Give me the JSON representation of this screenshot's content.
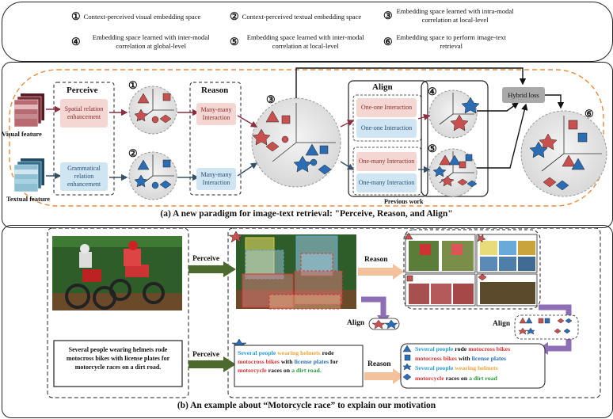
{
  "legend": [
    {
      "num": "①",
      "text": "Context-perceived visual embedding space"
    },
    {
      "num": "②",
      "text": "Context-perceived textual embedding space"
    },
    {
      "num": "③",
      "text": "Embedding space learned with intra-modal correlation at local-level"
    },
    {
      "num": "④",
      "text": "Embedding space learned with inter-modal correlation at global-level"
    },
    {
      "num": "⑤",
      "text": "Embedding space learned with inter-modal correlation at local-level"
    },
    {
      "num": "⑥",
      "text": "Embedding space to perform image-text retrieval"
    }
  ],
  "panel_a": {
    "visual_feature": "Visual feature",
    "textual_feature": "Textual feature",
    "perceive_title": "Perceive",
    "perceive_visual": "Spatial relation enhancement",
    "perceive_text": "Grammatical relation enhancement",
    "reason_title": "Reason",
    "reason_top": "Many-many Interaction",
    "reason_bottom": "Many-many Interaction",
    "align_title": "Align",
    "align_1": "One-one Interaction",
    "align_2": "One-one Interaction",
    "align_3": "One-many Interaction",
    "align_4": "One-many Interaction",
    "previous_work": "Previous work",
    "hybrid_loss": "Hybrid loss",
    "sphere_labels": [
      "①",
      "②",
      "③",
      "④",
      "⑤",
      "⑥"
    ],
    "caption": "(a) A new paradigm for image-text retrieval: \"Perceive, Reason, and Align\""
  },
  "panel_b": {
    "perceive_top": "Perceive",
    "perceive_bottom": "Perceive",
    "reason_top": "Reason",
    "reason_bottom": "Reason",
    "align_mid": "Align",
    "align_right": "Align",
    "sentence": "Several people wearing helmets rode motocross bikes with license plates for motorcycle races on a dirt road.",
    "sentence_parts": {
      "p1": "Several people",
      "p2": "wearing helmets",
      "p3": "rode",
      "p4": "motocross bikes",
      "p5": "with",
      "p6": "license plates",
      "p7": "for",
      "p8": "motorcycle",
      "p9": "races on",
      "p10": "a dirt road."
    },
    "reason_rows": [
      {
        "a": "Several people",
        "b": "rode",
        "c": "motocross bikes"
      },
      {
        "a": "motocross bikes",
        "b": "with",
        "c": "license plates"
      },
      {
        "a": "Several people",
        "b": "wearing helmets",
        "c": ""
      },
      {
        "a": "motorcycle",
        "b": "races on",
        "c": "a dirt road"
      }
    ],
    "caption": "(b) An example about  “Motorcycle race”  to explain our motivation"
  },
  "colors": {
    "red_shape": "#c8504e",
    "blue_shape": "#2a6db5",
    "orange_dash": "#e88a3c",
    "green_arrow": "#4c6a2d",
    "peach_arrow": "#f3c29d",
    "purple_arrow": "#8e6fb5"
  }
}
